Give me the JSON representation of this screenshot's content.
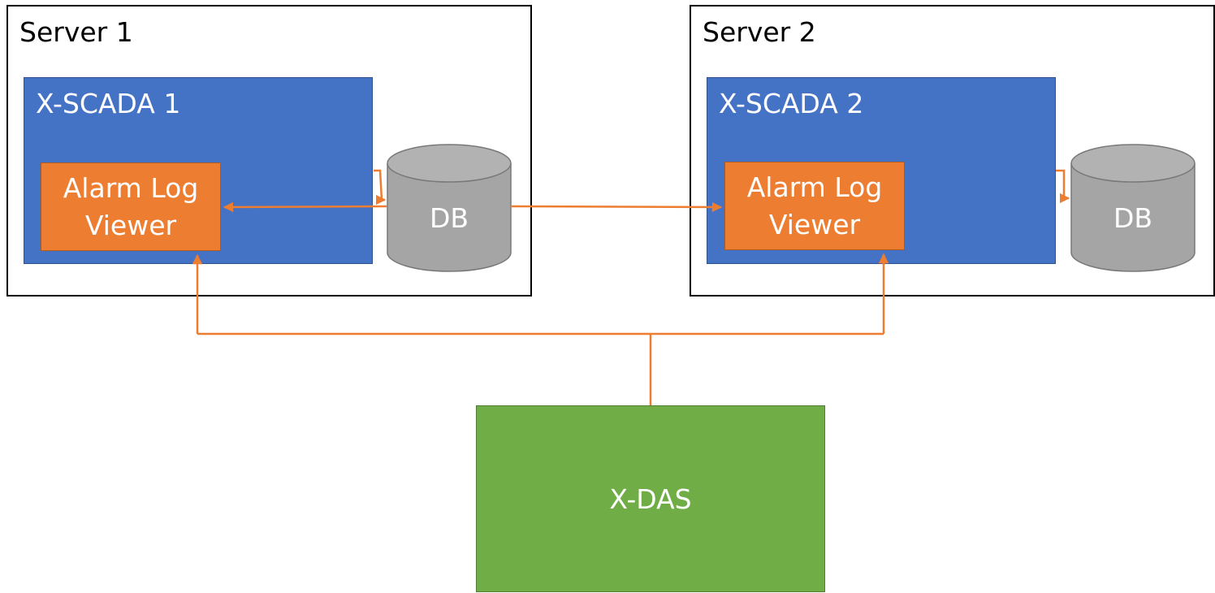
{
  "colors": {
    "scada_fill": "#4472c4",
    "viewer_fill": "#ed7d31",
    "db_fill": "#a5a5a5",
    "das_fill": "#70ad47",
    "connector": "#ed7d31"
  },
  "servers": [
    {
      "label": "Server 1",
      "scada": {
        "label": "X-SCADA 1"
      },
      "viewer": {
        "line1": "Alarm Log",
        "line2": "Viewer"
      },
      "db": {
        "label": "DB"
      }
    },
    {
      "label": "Server 2",
      "scada": {
        "label": "X-SCADA 2"
      },
      "viewer": {
        "line1": "Alarm Log",
        "line2": "Viewer"
      },
      "db": {
        "label": "DB"
      }
    }
  ],
  "das": {
    "label": "X-DAS"
  }
}
